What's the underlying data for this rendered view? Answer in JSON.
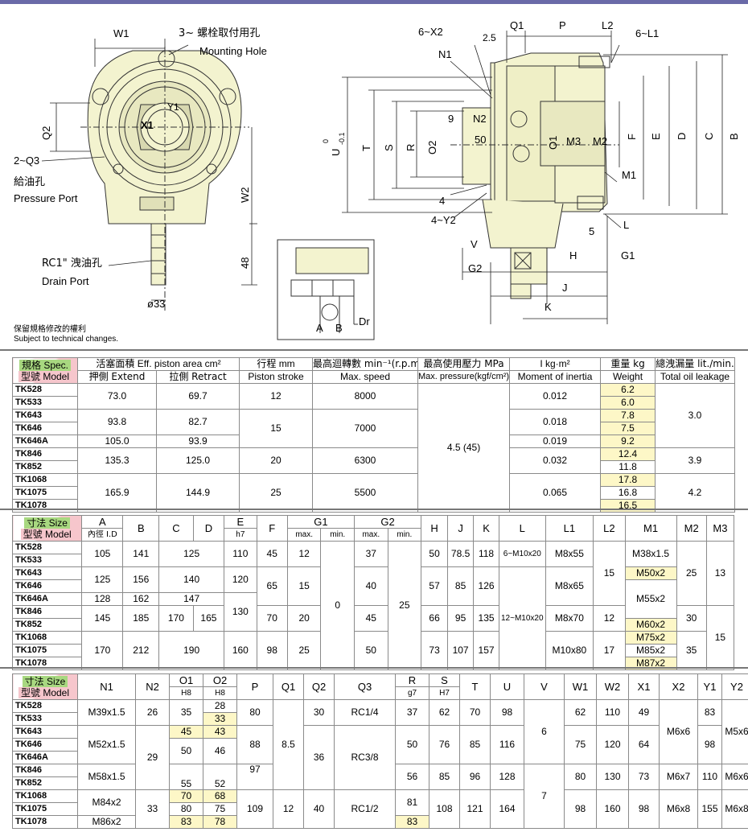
{
  "drawing": {
    "left_view": {
      "w1": "W1",
      "mounting_hole_cn": "3~ 螺栓取付用孔",
      "mounting_hole_en": "Mounting Hole",
      "q2": "Q2",
      "x1": "X1",
      "y1": "Y1",
      "q3_count": "2~Q3",
      "pressure_port_cn": "給油孔",
      "pressure_port_en": "Pressure Port",
      "w2": "W2",
      "drain_port_cn": "RC1\" 洩油孔",
      "drain_port_en": "Drain Port",
      "dim_48": "48",
      "dim_33": "ø33"
    },
    "right_view": {
      "x2": "6~X2",
      "n1": "N1",
      "dim_2_5": "2.5",
      "q1": "Q1",
      "p": "P",
      "l2": "L2",
      "l1": "6~L1",
      "u": "U",
      "u_tol_top": "0",
      "u_tol_bot": "-0.1",
      "t": "T",
      "s": "S",
      "r": "R",
      "o2": "O2",
      "dim_9": "9",
      "n2": "N2",
      "dim_50": "50",
      "o1": "O1",
      "m3": "M3",
      "m2": "M2",
      "f": "F",
      "e": "E",
      "d": "D",
      "c": "C",
      "b": "B",
      "m1": "M1",
      "dim_4": "4",
      "y2": "4~Y2",
      "l": "L",
      "dim_5": "5",
      "v": "V",
      "g2": "G2",
      "h": "H",
      "g1": "G1",
      "j": "J",
      "k": "K"
    },
    "circuit": {
      "a": "A",
      "b": "B",
      "dr": "Dr"
    },
    "note_cn": "保留規格修改的權利",
    "note_en": "Subject to technical changes."
  },
  "table1": {
    "header": {
      "spec_cn": "規格",
      "spec_en": "Spec.",
      "model_cn": "型號",
      "model_en": "Model",
      "area_cn": "活塞面積",
      "area_en": "Eff. piston area",
      "area_unit": "cm²",
      "extend": "押側  Extend",
      "retract": "拉側  Retract",
      "stroke_cn": "行程",
      "stroke_unit": "mm",
      "stroke_en": "Piston stroke",
      "speed_cn": "最高迴轉數 min⁻¹(r.p.m)",
      "speed_en": "Max. speed",
      "pressure_cn": "最高使用壓力 MPa",
      "pressure_en": "Max. pressure(kgf/cm²)",
      "inertia_unit": "I    kg·m²",
      "inertia_en": "Moment of inertia",
      "weight_cn": "重量  kg",
      "weight_en": "Weight",
      "leak_cn": "總洩漏量 lit./min.",
      "leak_en": "Total oil leakage"
    },
    "models": [
      "TK528",
      "TK533",
      "TK643",
      "TK646",
      "TK646A",
      "TK846",
      "TK852",
      "TK1068",
      "TK1075",
      "TK1078"
    ],
    "extend": [
      "73.0",
      "93.8",
      "105.0",
      "135.3",
      "165.9"
    ],
    "retract": [
      "69.7",
      "82.7",
      "93.9",
      "125.0",
      "144.9"
    ],
    "stroke": [
      "12",
      "15",
      "20",
      "25"
    ],
    "speed": [
      "8000",
      "7000",
      "6300",
      "5500"
    ],
    "pressure": "4.5 (45)",
    "inertia": [
      "0.012",
      "0.018",
      "0.019",
      "0.032",
      "0.065"
    ],
    "weight": [
      "6.2",
      "6.0",
      "7.8",
      "7.5",
      "9.2",
      "12.4",
      "11.8",
      "17.8",
      "16.8",
      "16.5"
    ],
    "leakage": [
      "3.0",
      "3.9",
      "4.2"
    ]
  },
  "table2": {
    "header": {
      "size_cn": "寸法",
      "size_en": "Size",
      "model_cn": "型號",
      "model_en": "Model",
      "a": "A",
      "a_sub": "內徑 I.D",
      "b": "B",
      "c": "C",
      "d": "D",
      "e": "E",
      "e_sub": "h7",
      "f": "F",
      "g1": "G1",
      "g2": "G2",
      "max": "max.",
      "min": "min.",
      "h": "H",
      "j": "J",
      "k": "K",
      "l": "L",
      "l1": "L1",
      "l2": "L2",
      "m1": "M1",
      "m2": "M2",
      "m3": "M3"
    },
    "models": [
      "TK528",
      "TK533",
      "TK643",
      "TK646",
      "TK646A",
      "TK846",
      "TK852",
      "TK1068",
      "TK1075",
      "TK1078"
    ],
    "a": [
      "105",
      "125",
      "128",
      "145",
      "170"
    ],
    "b": [
      "141",
      "156",
      "162",
      "185",
      "212"
    ],
    "cd": [
      "125",
      "140",
      "147",
      "170",
      "165",
      "190"
    ],
    "e": [
      "110",
      "120",
      "130",
      "160"
    ],
    "f": [
      "45",
      "65",
      "70",
      "98"
    ],
    "g1max": [
      "12",
      "15",
      "20",
      "25"
    ],
    "g1min": "0",
    "g2max": [
      "37",
      "40",
      "45",
      "50"
    ],
    "g2min": "25",
    "h": [
      "50",
      "57",
      "66",
      "73"
    ],
    "j": [
      "78.5",
      "85",
      "95",
      "107"
    ],
    "k": [
      "118",
      "126",
      "135",
      "157"
    ],
    "l": [
      "6~M10x20",
      "12~M10x20"
    ],
    "l1": [
      "M8x55",
      "M8x65",
      "M8x70",
      "M10x80"
    ],
    "l2": [
      "15",
      "12",
      "17"
    ],
    "m1": [
      "M38x1.5",
      "M50x2",
      "M55x2",
      "M60x2",
      "M75x2",
      "M85x2",
      "M87x2"
    ],
    "m2": [
      "25",
      "30",
      "35"
    ],
    "m3": [
      "13",
      "15"
    ]
  },
  "table3": {
    "header": {
      "size_cn": "寸法",
      "size_en": "Size",
      "model_cn": "型號",
      "model_en": "Model",
      "n1": "N1",
      "n2": "N2",
      "o1": "O1",
      "o1_sub": "H8",
      "o2": "O2",
      "o2_sub": "H8",
      "p": "P",
      "q1": "Q1",
      "q2": "Q2",
      "q3": "Q3",
      "r": "R",
      "r_sub": "g7",
      "s": "S",
      "s_sub": "H7",
      "t": "T",
      "u": "U",
      "v": "V",
      "w1": "W1",
      "w2": "W2",
      "x1": "X1",
      "x2": "X2",
      "y1": "Y1",
      "y2": "Y2"
    },
    "models": [
      "TK528",
      "TK533",
      "TK643",
      "TK646",
      "TK646A",
      "TK846",
      "TK852",
      "TK1068",
      "TK1075",
      "TK1078"
    ],
    "n1": [
      "M39x1.5",
      "M52x1.5",
      "M58x1.5",
      "M84x2",
      "M86x2"
    ],
    "n2": [
      "26",
      "29",
      "33"
    ],
    "o1": [
      "35",
      "45",
      "50",
      "55",
      "70",
      "80",
      "83"
    ],
    "o2": [
      "28",
      "33",
      "43",
      "46",
      "52",
      "68",
      "75",
      "78"
    ],
    "p": [
      "80",
      "88",
      "97",
      "109"
    ],
    "q1": [
      "8.5",
      "12"
    ],
    "q2": [
      "30",
      "36",
      "40"
    ],
    "q3": [
      "RC1/4",
      "RC3/8",
      "RC1/2"
    ],
    "r": [
      "37",
      "50",
      "56",
      "81",
      "83"
    ],
    "s": [
      "62",
      "76",
      "85",
      "108"
    ],
    "t": [
      "70",
      "85",
      "96",
      "121"
    ],
    "u": [
      "98",
      "116",
      "128",
      "164"
    ],
    "v": [
      "6",
      "7"
    ],
    "w1": [
      "62",
      "75",
      "80",
      "98"
    ],
    "w2": [
      "110",
      "120",
      "130",
      "160"
    ],
    "x1": [
      "49",
      "64",
      "73",
      "98"
    ],
    "x2": [
      "M6x6",
      "M6x7",
      "M6x8"
    ],
    "y1": [
      "83",
      "98",
      "110",
      "155"
    ],
    "y2": [
      "M5x6",
      "M6x6",
      "M6x8"
    ]
  },
  "colors": {
    "housing": "#f3f3cf",
    "spec_green": "#a8d880",
    "spec_pink": "#f6c6cc",
    "highlight": "#fdf7c7",
    "topbar": "#6a6aa8"
  }
}
